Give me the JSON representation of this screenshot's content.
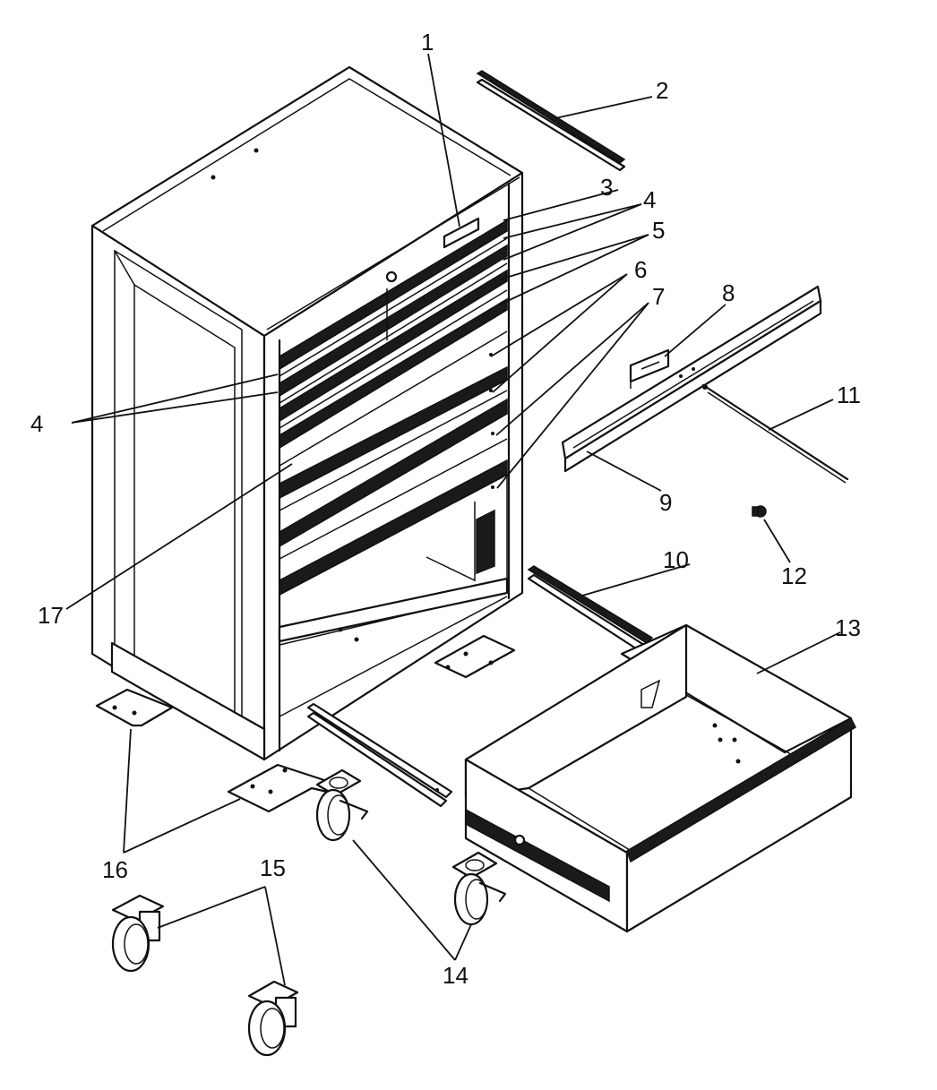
{
  "callouts": [
    {
      "id": "1",
      "text": "1"
    },
    {
      "id": "2",
      "text": "2"
    },
    {
      "id": "3",
      "text": "3"
    },
    {
      "id": "4a",
      "text": "4"
    },
    {
      "id": "4b",
      "text": "4"
    },
    {
      "id": "5",
      "text": "5"
    },
    {
      "id": "6",
      "text": "6"
    },
    {
      "id": "7",
      "text": "7"
    },
    {
      "id": "8",
      "text": "8"
    },
    {
      "id": "9",
      "text": "9"
    },
    {
      "id": "10",
      "text": "10"
    },
    {
      "id": "11",
      "text": "11"
    },
    {
      "id": "12",
      "text": "12"
    },
    {
      "id": "13",
      "text": "13"
    },
    {
      "id": "14",
      "text": "14"
    },
    {
      "id": "15",
      "text": "15"
    },
    {
      "id": "16",
      "text": "16"
    },
    {
      "id": "17",
      "text": "17"
    }
  ],
  "colors": {
    "line": "#111111",
    "background": "#ffffff"
  }
}
